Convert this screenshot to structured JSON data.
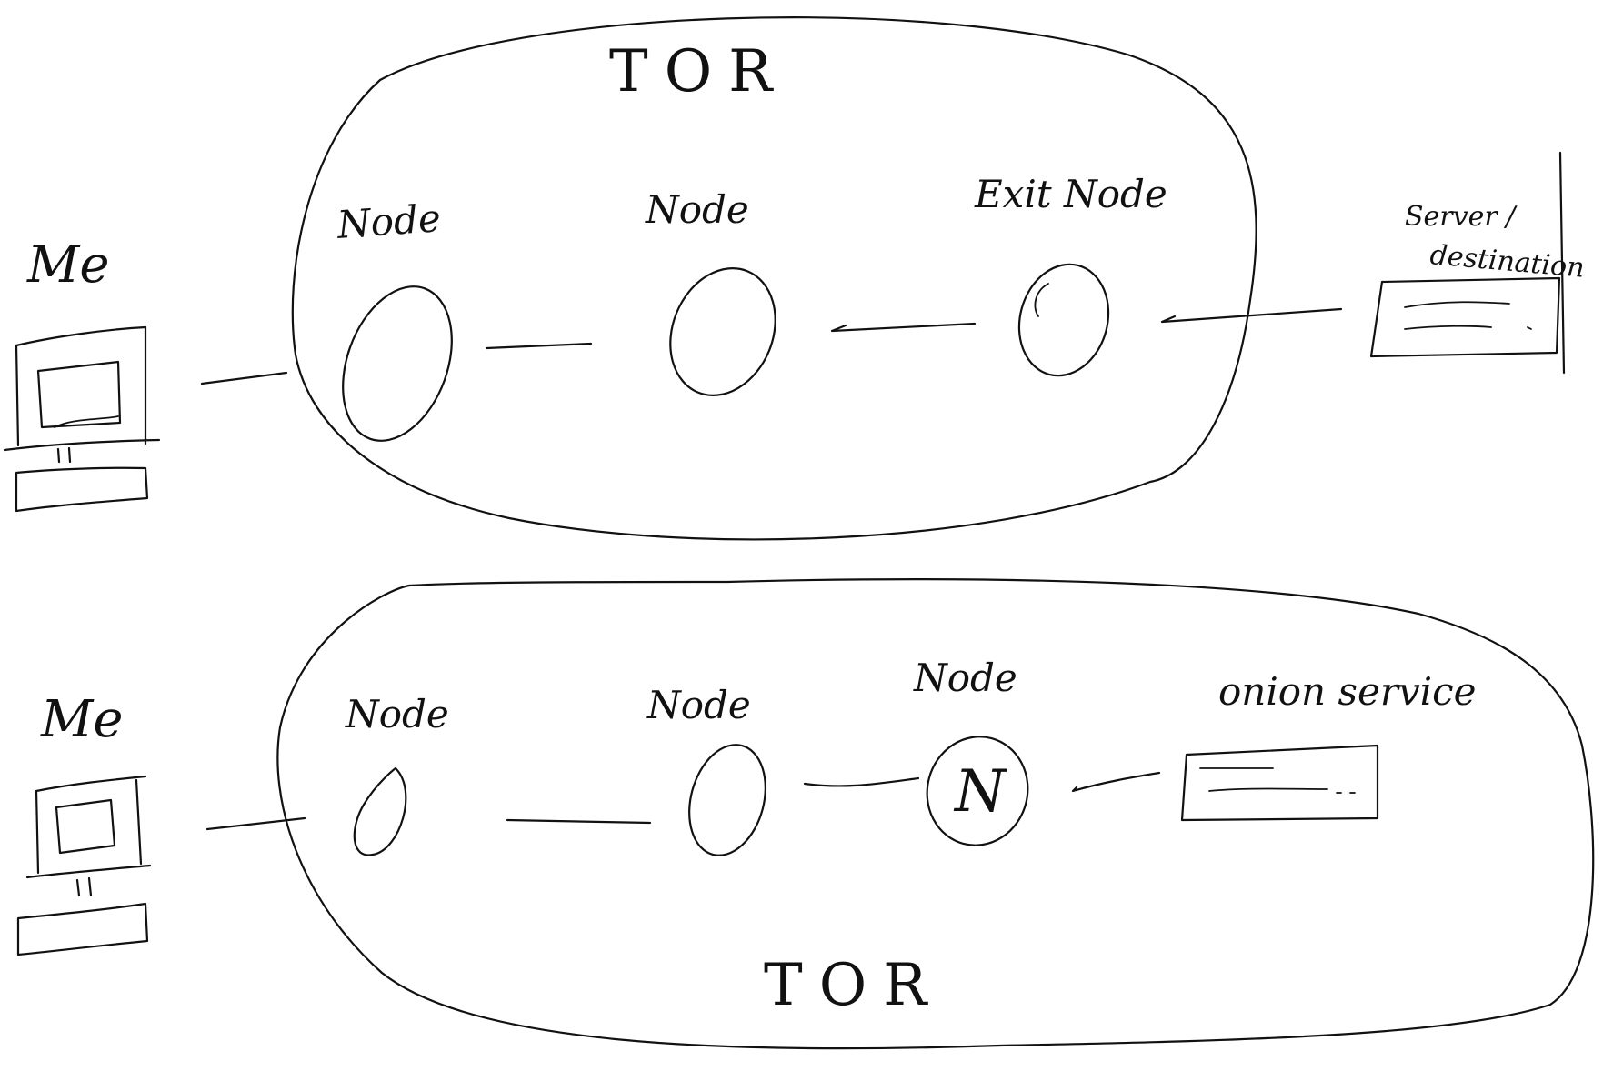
{
  "top_diagram": {
    "cloud_label": "TOR",
    "me_label": "Me",
    "node_labels": [
      "Node",
      "Node",
      "Exit Node"
    ],
    "server_label_line1": "Server /",
    "server_label_line2": "destination"
  },
  "bottom_diagram": {
    "cloud_label": "TOR",
    "me_label": "Me",
    "node_labels": [
      "Node",
      "Node",
      "Node"
    ],
    "onion_label": "onion service",
    "node_mark": "N"
  }
}
